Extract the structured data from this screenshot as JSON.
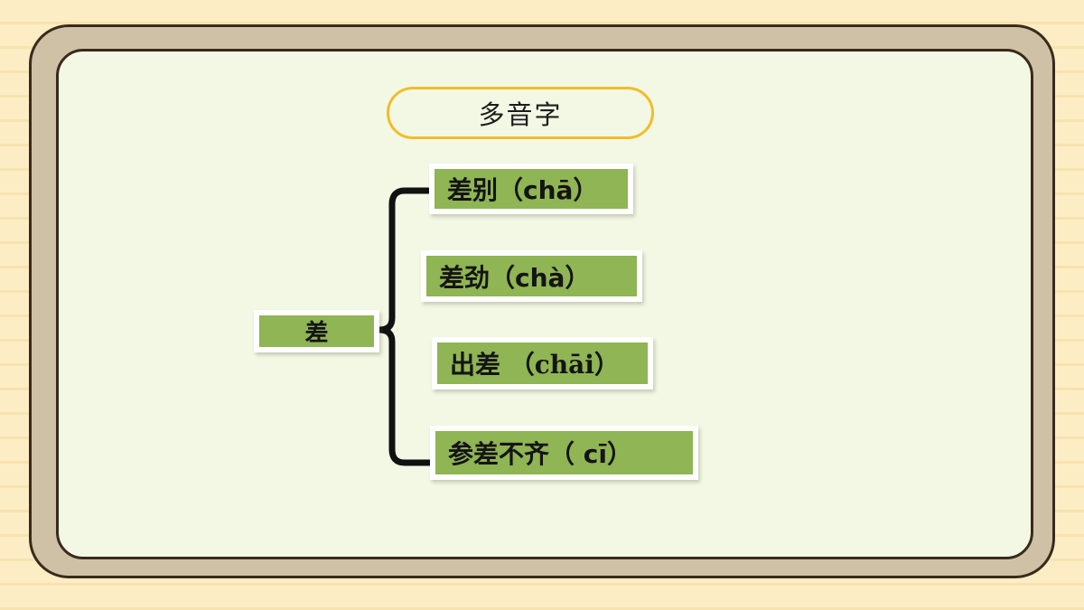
{
  "slide": {
    "background_color": "#fdedc4",
    "rule_line_color": "#f7e3b0",
    "frame_border_color": "#3a2a1c",
    "frame_fill_color": "#cfc1a5",
    "board_fill_color": "#f3f8e4"
  },
  "title": {
    "text": "多音字",
    "border_color": "#f0bd2a"
  },
  "mindmap": {
    "node_fill_color": "#8fb554",
    "node_border_color": "#ffffff",
    "connector_color": "#111111",
    "root": {
      "label": "差"
    },
    "children": [
      {
        "label": "差别（chā）"
      },
      {
        "label": "差劲（chà）"
      },
      {
        "label": "出差 （chāi）"
      },
      {
        "label": "参差不齐（ cī）"
      }
    ]
  }
}
